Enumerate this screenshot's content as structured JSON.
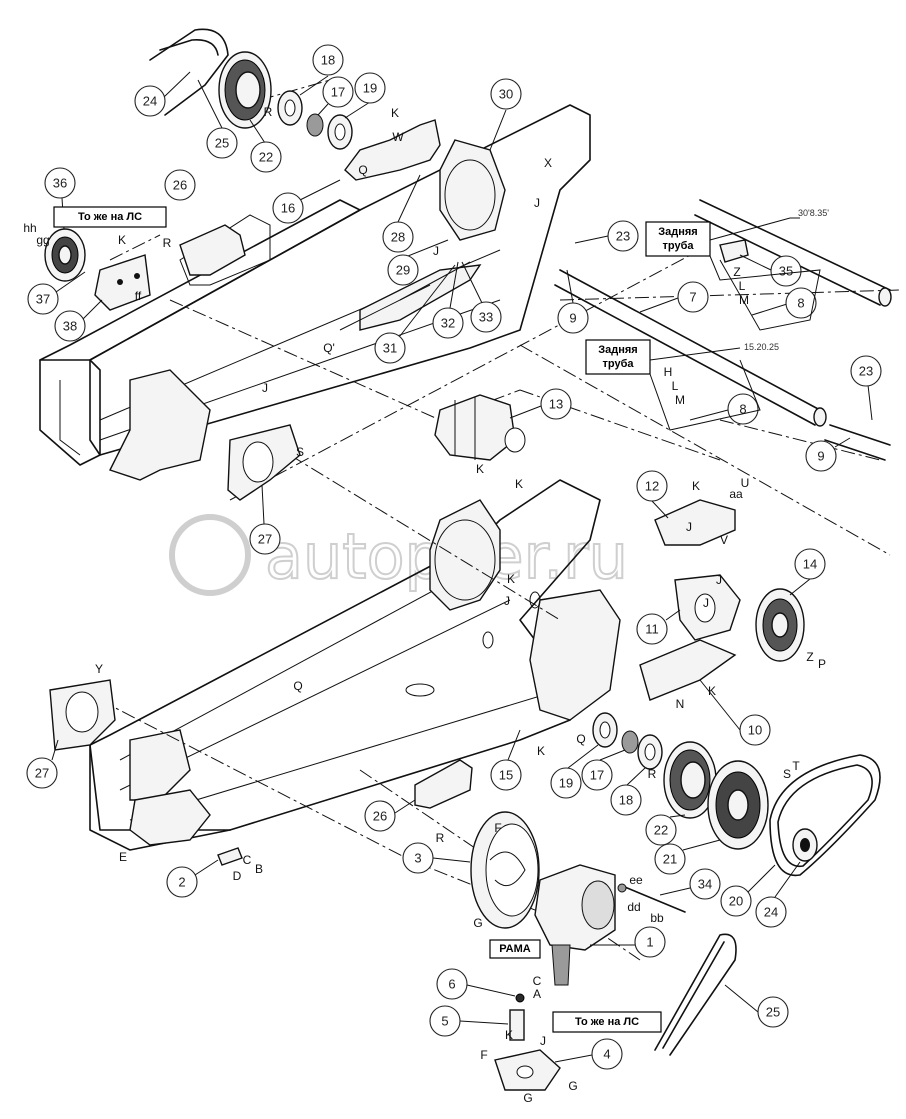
{
  "watermark": {
    "text": "autopiter.ru"
  },
  "callouts": [
    "24",
    "25",
    "22",
    "18",
    "17",
    "19",
    "16",
    "30",
    "26",
    "36",
    "37",
    "38",
    "28",
    "29",
    "31",
    "32",
    "33",
    "23",
    "9",
    "7",
    "8",
    "35",
    "13",
    "12",
    "27",
    "11",
    "14",
    "10",
    "15",
    "19",
    "17",
    "18",
    "22",
    "21",
    "20",
    "24",
    "26",
    "27",
    "3",
    "2",
    "1",
    "34",
    "6",
    "5",
    "4",
    "25",
    "23",
    "9",
    "8"
  ],
  "boxes": {
    "same_ms_top": "То же на ЛС",
    "rear_tube_1": "Задняя труба",
    "rear_tube_2": "Задняя труба",
    "frame": "РАМА",
    "same_ms_bottom": "То же на ЛС"
  },
  "dimensions": {
    "dim_1": "30'8.35'",
    "dim_2": "15.20.25"
  },
  "letters": [
    "R",
    "K",
    "W",
    "Q",
    "X",
    "J",
    "hh",
    "gg",
    "K",
    "R",
    "ff",
    "Q'",
    "J",
    "J",
    "Z",
    "L",
    "M",
    "H",
    "L",
    "M",
    "S",
    "K",
    "K",
    "K",
    "J",
    "aa",
    "U",
    "V",
    "J",
    "J",
    "Z",
    "P",
    "K",
    "N",
    "Y",
    "Q",
    "K",
    "R",
    "S",
    "T",
    "R",
    "E",
    "C",
    "B",
    "D",
    "F",
    "G",
    "ee",
    "dd",
    "bb",
    "C",
    "A",
    "F",
    "G",
    "G",
    "K",
    "J",
    "Q",
    "J",
    "K"
  ]
}
